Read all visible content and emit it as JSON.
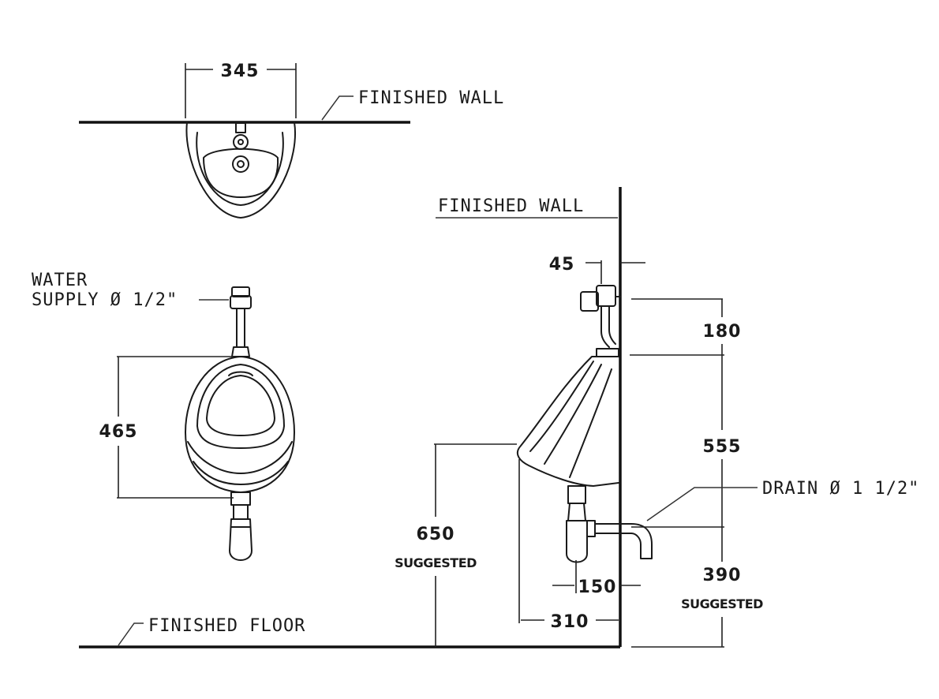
{
  "labels": {
    "top_wall": "FINISHED WALL",
    "side_wall": "FINISHED WALL",
    "floor": "FINISHED FLOOR",
    "water_supply_line1": "WATER",
    "water_supply_line2": "SUPPLY Ø 1/2\"",
    "drain": "DRAIN Ø 1 1/2\"",
    "suggested_650": "SUGGESTED",
    "suggested_390": "SUGGESTED"
  },
  "dimensions": {
    "width_top": "345",
    "height_front": "465",
    "wall_offset": "45",
    "valve_height": "180",
    "body_height": "555",
    "rim_height": "650",
    "drain_height": "390",
    "drain_offset": "150",
    "projection": "310"
  }
}
